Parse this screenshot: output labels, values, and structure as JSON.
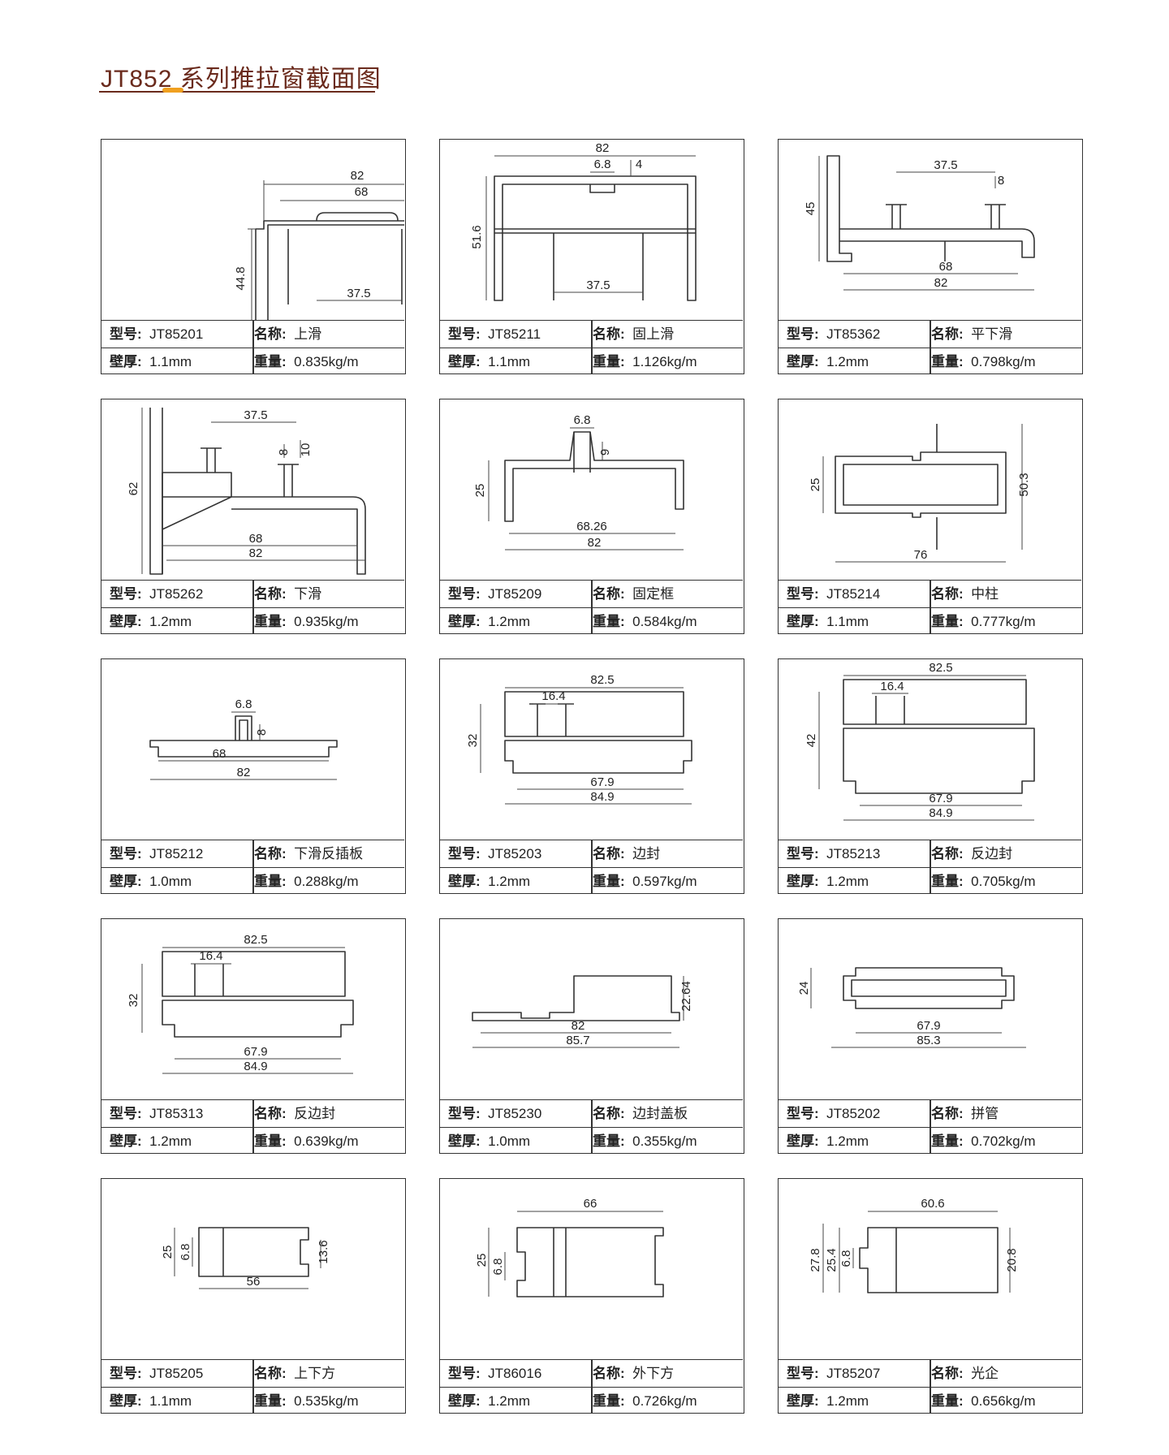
{
  "page": {
    "title": "JT852 系列推拉窗截面图"
  },
  "labels": {
    "model": "型号:",
    "name": "名称:",
    "thickness": "壁厚:",
    "weight": "重量:"
  },
  "cards": [
    {
      "model": "JT85201",
      "name": "上滑",
      "thickness": "1.1mm",
      "weight": "0.835kg/m",
      "dims": [
        "82",
        "68",
        "44.8",
        "37.5"
      ]
    },
    {
      "model": "JT85211",
      "name": "固上滑",
      "thickness": "1.1mm",
      "weight": "1.126kg/m",
      "dims": [
        "82",
        "6.8",
        "4",
        "51.6",
        "37.5"
      ]
    },
    {
      "model": "JT85362",
      "name": "平下滑",
      "thickness": "1.2mm",
      "weight": "0.798kg/m",
      "dims": [
        "37.5",
        "8",
        "45",
        "68",
        "82"
      ]
    },
    {
      "model": "JT85262",
      "name": "下滑",
      "thickness": "1.2mm",
      "weight": "0.935kg/m",
      "dims": [
        "37.5",
        "8",
        "10",
        "62",
        "68",
        "82"
      ]
    },
    {
      "model": "JT85209",
      "name": "固定框",
      "thickness": "1.2mm",
      "weight": "0.584kg/m",
      "dims": [
        "6.8",
        "9",
        "25",
        "68.26",
        "82"
      ]
    },
    {
      "model": "JT85214",
      "name": "中柱",
      "thickness": "1.1mm",
      "weight": "0.777kg/m",
      "dims": [
        "25",
        "50.3",
        "76"
      ]
    },
    {
      "model": "JT85212",
      "name": "下滑反插板",
      "thickness": "1.0mm",
      "weight": "0.288kg/m",
      "dims": [
        "6.8",
        "8",
        "68",
        "82"
      ]
    },
    {
      "model": "JT85203",
      "name": "边封",
      "thickness": "1.2mm",
      "weight": "0.597kg/m",
      "dims": [
        "82.5",
        "16.4",
        "32",
        "67.9",
        "84.9"
      ]
    },
    {
      "model": "JT85213",
      "name": "反边封",
      "thickness": "1.2mm",
      "weight": "0.705kg/m",
      "dims": [
        "82.5",
        "16.4",
        "42",
        "67.9",
        "84.9"
      ]
    },
    {
      "model": "JT85313",
      "name": "反边封",
      "thickness": "1.2mm",
      "weight": "0.639kg/m",
      "dims": [
        "82.5",
        "16.4",
        "32",
        "67.9",
        "84.9"
      ]
    },
    {
      "model": "JT85230",
      "name": "边封盖板",
      "thickness": "1.0mm",
      "weight": "0.355kg/m",
      "dims": [
        "22.64",
        "82",
        "85.7"
      ]
    },
    {
      "model": "JT85202",
      "name": "拼管",
      "thickness": "1.2mm",
      "weight": "0.702kg/m",
      "dims": [
        "24",
        "67.9",
        "85.3"
      ]
    },
    {
      "model": "JT85205",
      "name": "上下方",
      "thickness": "1.1mm",
      "weight": "0.535kg/m",
      "dims": [
        "25",
        "6.8",
        "13.6",
        "56"
      ]
    },
    {
      "model": "JT86016",
      "name": "外下方",
      "thickness": "1.2mm",
      "weight": "0.726kg/m",
      "dims": [
        "66",
        "25",
        "6.8"
      ]
    },
    {
      "model": "JT85207",
      "name": "光企",
      "thickness": "1.2mm",
      "weight": "0.656kg/m",
      "dims": [
        "60.6",
        "27.8",
        "25.4",
        "6.8",
        "20.8"
      ]
    }
  ]
}
